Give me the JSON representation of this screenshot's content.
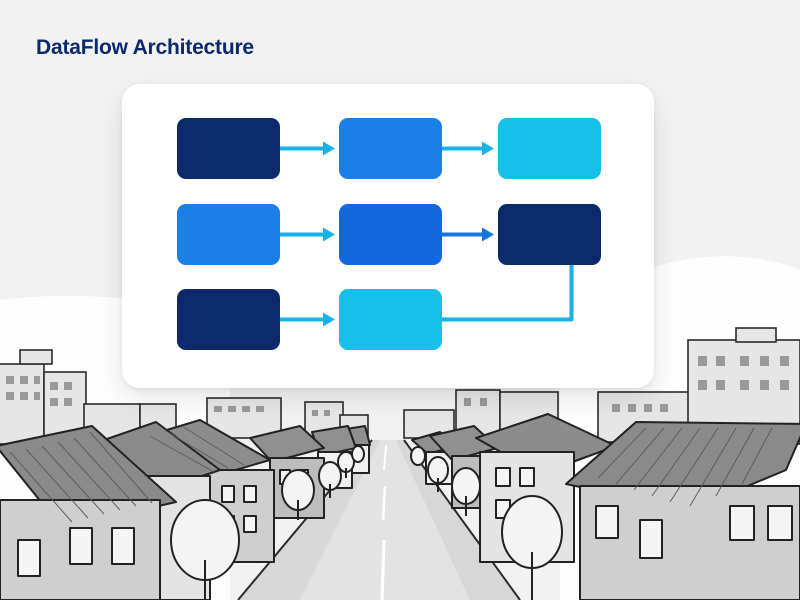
{
  "title": "DataFlow Architecture",
  "colors": {
    "title": "#0b2a6b",
    "navy": "#0c2a6b",
    "mid_blue": "#1168df",
    "bright_blue": "#1a80e8",
    "cyan": "#16c0e8",
    "arrow": "#1ab2e6",
    "arrow_dark": "#1476de",
    "connector": "#1ab2e6"
  },
  "diagram": {
    "nodes": [
      {
        "id": "r1c1",
        "row": 0,
        "col": 0,
        "color": "navy"
      },
      {
        "id": "r1c2",
        "row": 0,
        "col": 1,
        "color": "bright_blue"
      },
      {
        "id": "r1c3",
        "row": 0,
        "col": 2,
        "color": "cyan"
      },
      {
        "id": "r2c1",
        "row": 1,
        "col": 0,
        "color": "bright_blue"
      },
      {
        "id": "r2c2",
        "row": 1,
        "col": 1,
        "color": "mid_blue"
      },
      {
        "id": "r2c3",
        "row": 1,
        "col": 2,
        "color": "navy"
      },
      {
        "id": "r3c1",
        "row": 2,
        "col": 0,
        "color": "navy"
      },
      {
        "id": "r3c2",
        "row": 2,
        "col": 1,
        "color": "cyan"
      }
    ],
    "edges": [
      {
        "from": "r1c1",
        "to": "r1c2",
        "color": "arrow"
      },
      {
        "from": "r1c2",
        "to": "r1c3",
        "color": "arrow"
      },
      {
        "from": "r2c1",
        "to": "r2c2",
        "color": "arrow"
      },
      {
        "from": "r2c2",
        "to": "r2c3",
        "color": "arrow_dark"
      },
      {
        "from": "r3c1",
        "to": "r3c2",
        "color": "arrow"
      },
      {
        "from": "r3c2",
        "to": "r2c3",
        "color": "connector",
        "style": "elbow"
      }
    ]
  }
}
